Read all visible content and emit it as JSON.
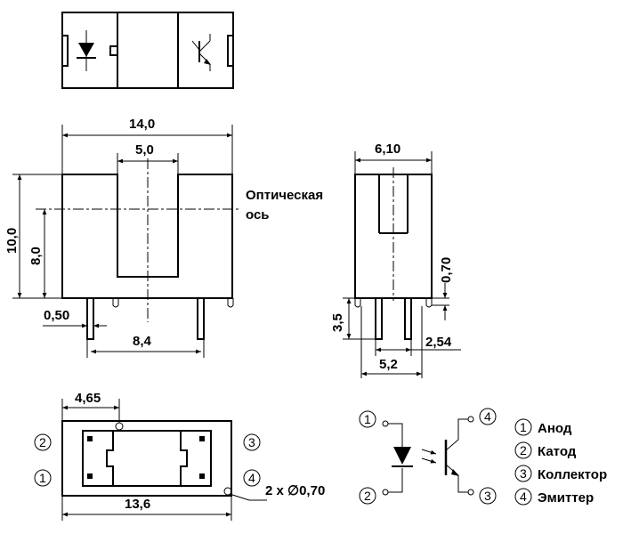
{
  "dimensions": {
    "width_14": "14,0",
    "slot_5": "5,0",
    "height_10": "10,0",
    "height_8": "8,0",
    "pin_050": "0,50",
    "pitch_84": "8,4",
    "side_610": "6,10",
    "side_070": "0,70",
    "side_35": "3,5",
    "side_254": "2,54",
    "side_52": "5,2",
    "bottom_465": "4,65",
    "bottom_136": "13,6",
    "holes": "2 x ∅0,70"
  },
  "axis_label": [
    "Оптическая",
    "ось"
  ],
  "pins": {
    "p1": "1",
    "p2": "2",
    "p3": "3",
    "p4": "4"
  },
  "legend": [
    {
      "num": "1",
      "label": "Анод"
    },
    {
      "num": "2",
      "label": "Катод"
    },
    {
      "num": "3",
      "label": "Коллектор"
    },
    {
      "num": "4",
      "label": "Эмиттер"
    }
  ]
}
